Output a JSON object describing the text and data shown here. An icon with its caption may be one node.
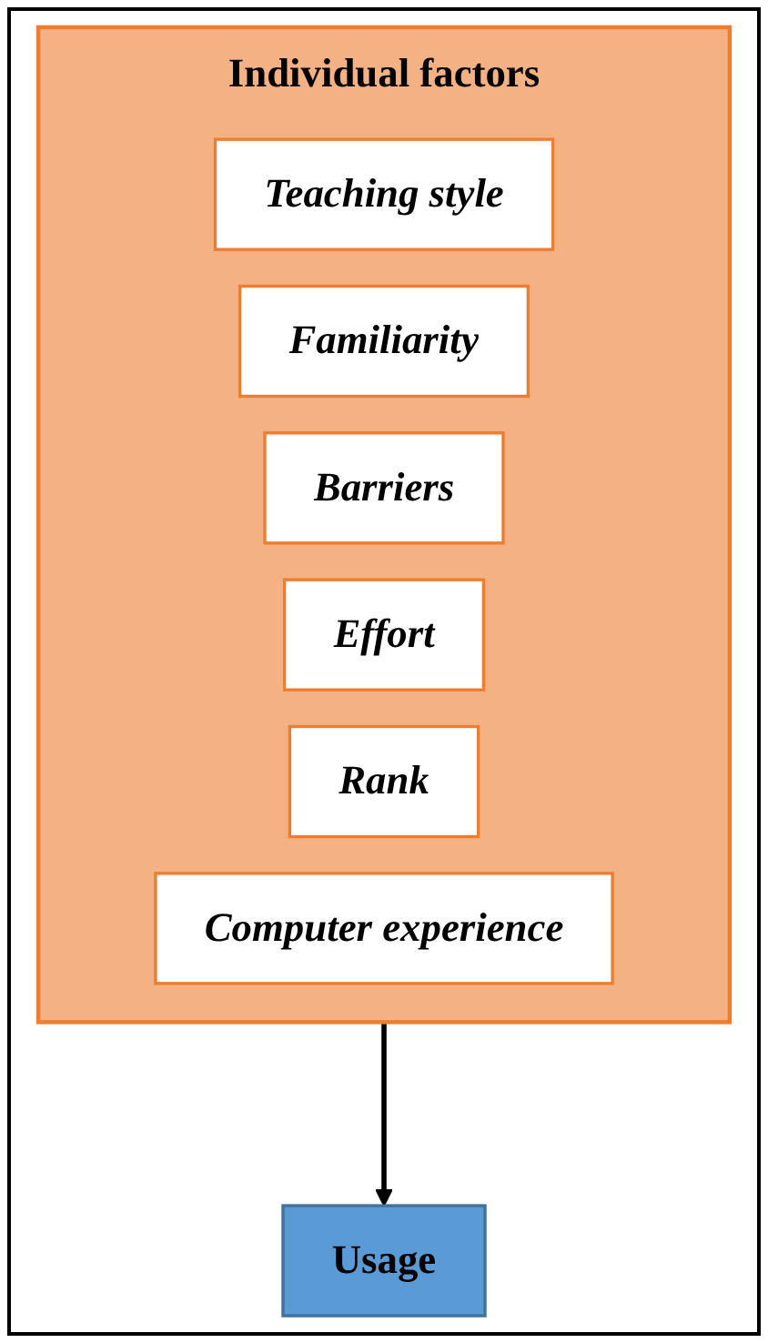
{
  "diagram": {
    "nodes": [
      {
        "text": [
          "Individual factors"
        ]
      },
      {
        "text": [
          "Teaching style"
        ],
        "in": 0
      },
      {
        "text": [
          "Familiarity"
        ],
        "in": 0
      },
      {
        "text": [
          "Barriers"
        ],
        "in": 0
      },
      {
        "text": [
          "Effort"
        ],
        "in": 0
      },
      {
        "text": [
          "Rank"
        ],
        "in": 0
      },
      {
        "text": [
          "Computer experience"
        ],
        "in": 0
      },
      {
        "text": [
          "Usage"
        ]
      }
    ],
    "edges": [
      {
        "from": 0,
        "to": 7,
        "arrow": "to"
      }
    ]
  }
}
